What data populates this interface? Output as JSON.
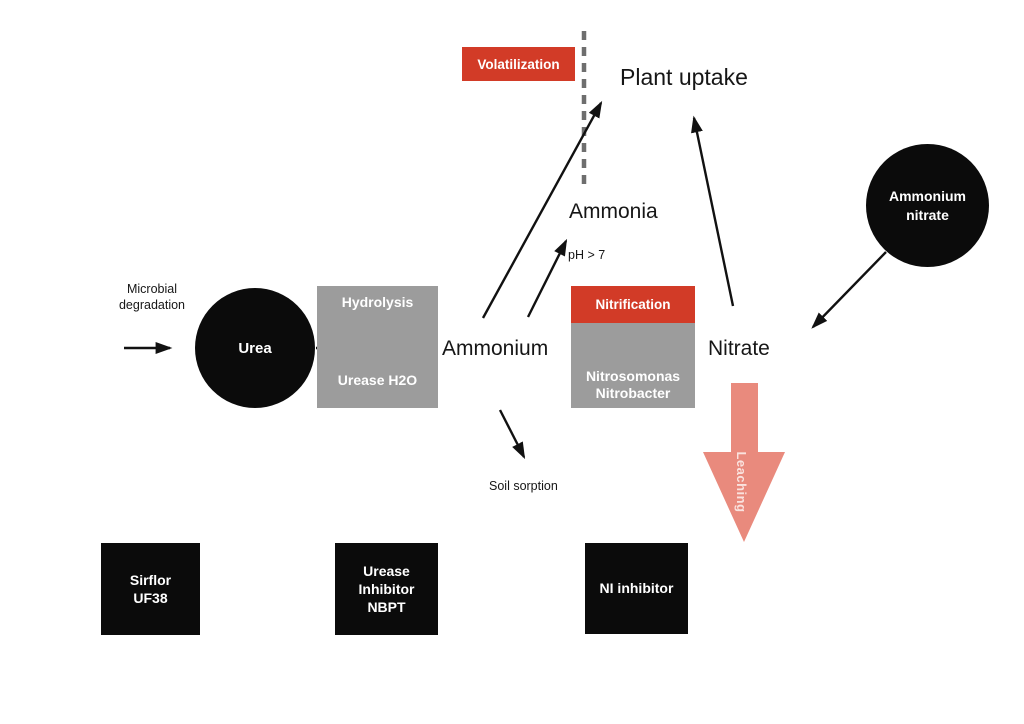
{
  "labels": {
    "plant_uptake": "Plant uptake",
    "ammonia": "Ammonia",
    "ammonium": "Ammonium",
    "nitrate": "Nitrate",
    "ph_condition": "pH > 7",
    "microbial_degradation": "Microbial degradation",
    "soil_sorption": "Soil sorption",
    "leaching": "Leaching"
  },
  "nodes": {
    "urea": "Urea",
    "ammonium_nitrate": "Ammonium nitrate"
  },
  "boxes": {
    "volatilization": "Volatilization",
    "hydrolysis": "Hydrolysis",
    "urease_h2o": "Urease H2O",
    "nitrification": "Nitrification",
    "nitrosomonas": "Nitrosomonas",
    "nitrobacter": "Nitrobacter"
  },
  "inhibitors": [
    {
      "label": "Sirflor UF38"
    },
    {
      "label": "Urease Inhibitor NBPT"
    },
    {
      "label": "NI inhibitor"
    }
  ],
  "colors": {
    "process_red": "#d23b27",
    "box_gray": "#9c9c9c",
    "node_black": "#0b0b0b",
    "leaching_salmon": "#e98a7d",
    "arrow_black": "#111111",
    "dash_gray": "#6e6e6e"
  }
}
